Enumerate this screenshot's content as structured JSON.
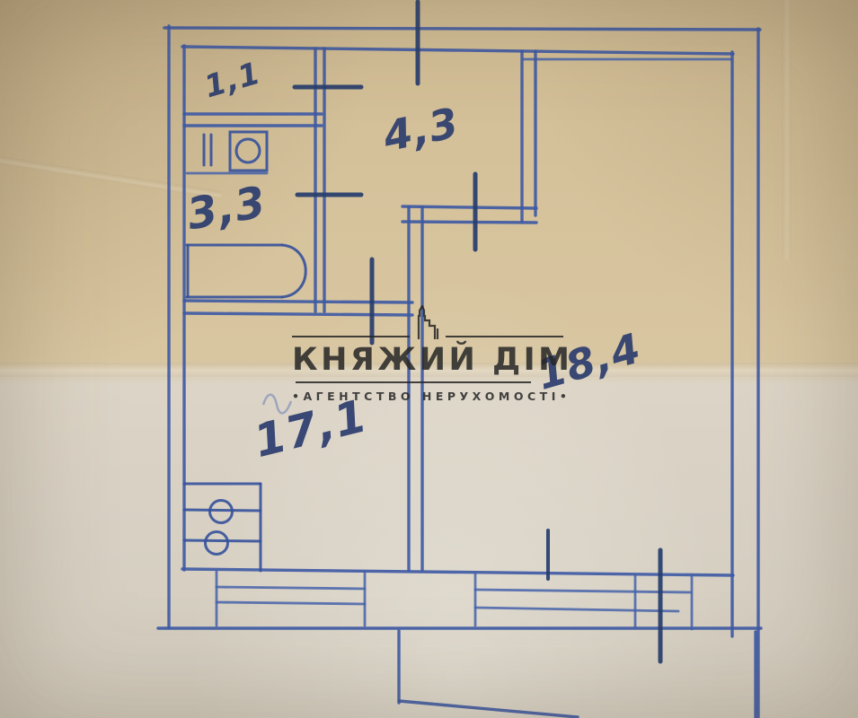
{
  "rooms": [
    {
      "id": "toilet",
      "area_label": "1,1"
    },
    {
      "id": "hallway",
      "area_label": "4,3"
    },
    {
      "id": "bathroom",
      "area_label": "3,3"
    },
    {
      "id": "kitchen-room",
      "area_label": "17,1"
    },
    {
      "id": "living-room",
      "area_label": "18,4"
    }
  ],
  "watermark": {
    "title": "КНЯЖИЙ ДІМ",
    "subtitle": "•АГЕНТСТВО НЕРУХОМОСТІ•"
  },
  "colors": {
    "ink_blue": "#3d59a4",
    "ink_dark_blue": "#263d6d",
    "handwriting_blue": "#2c3d6e",
    "watermark_gray": "#2d2d2d",
    "paper_tan": "#d6c39c",
    "paper_gray": "#d7d0c3"
  }
}
